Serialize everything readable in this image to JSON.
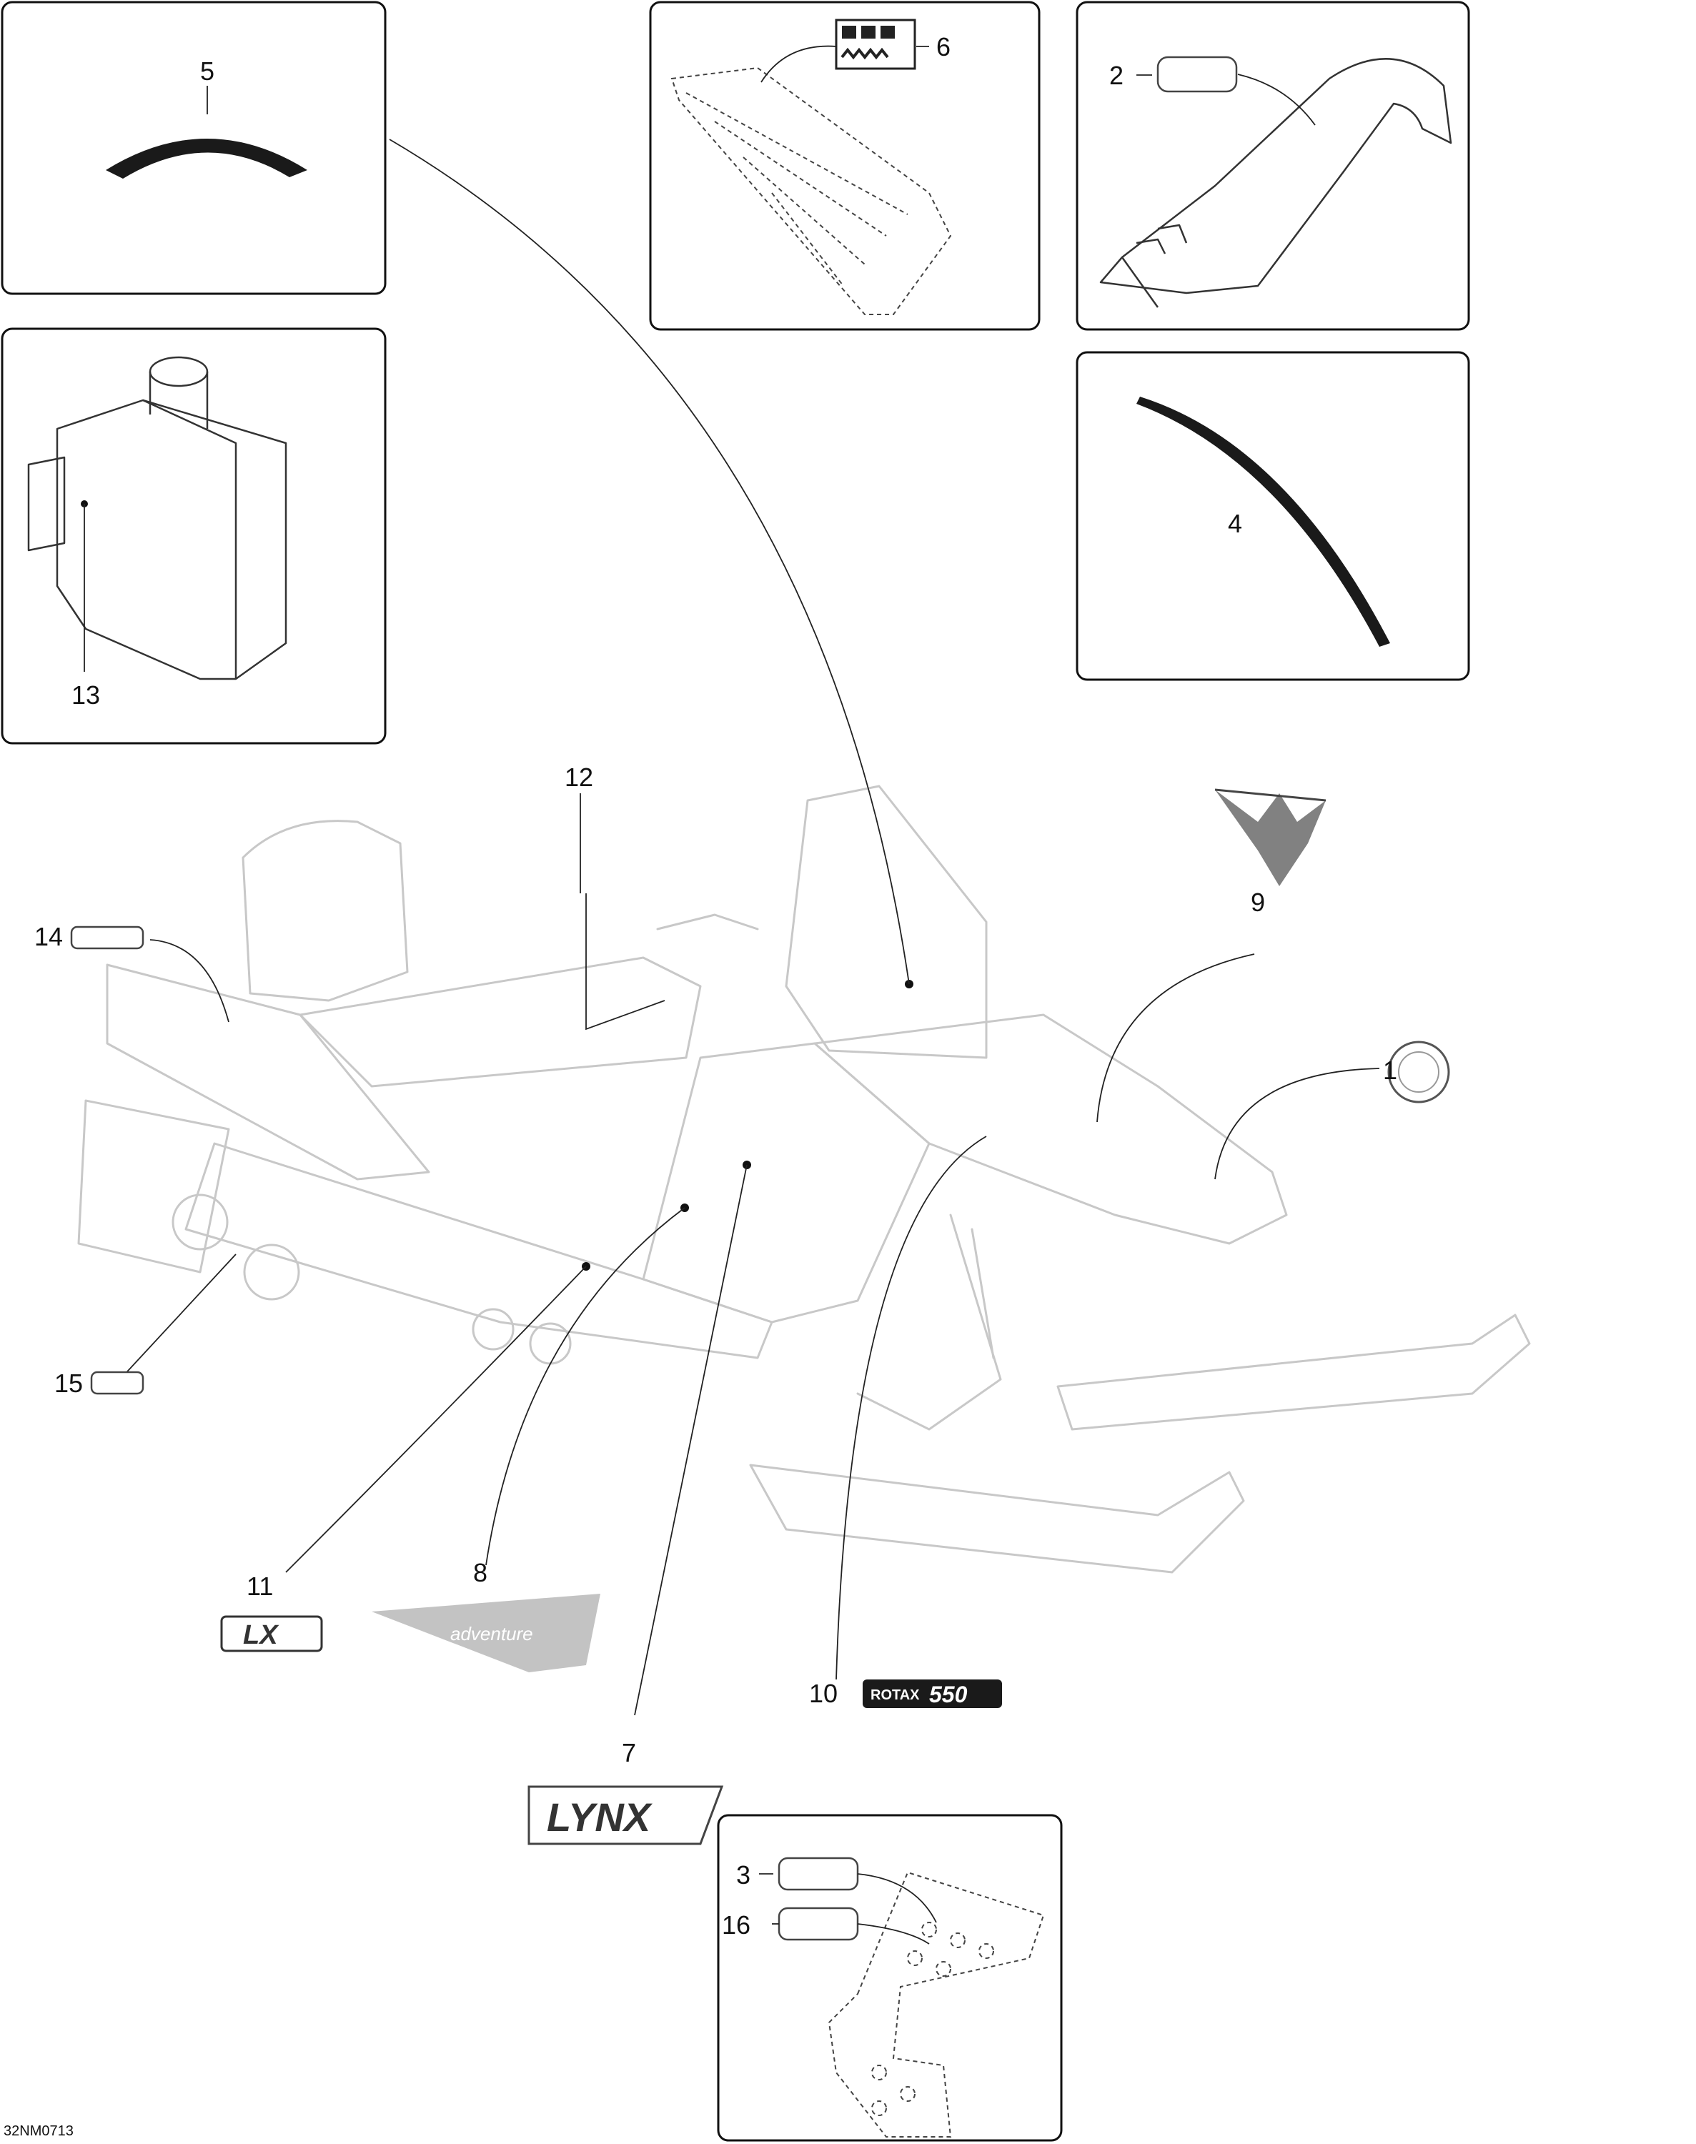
{
  "diagram": {
    "title": "Decals parts diagram",
    "reference_code": "32NM0713",
    "callouts": [
      {
        "id": "c1",
        "label": "1"
      },
      {
        "id": "c2",
        "label": "2"
      },
      {
        "id": "c3",
        "label": "3"
      },
      {
        "id": "c4",
        "label": "4"
      },
      {
        "id": "c5",
        "label": "5"
      },
      {
        "id": "c6",
        "label": "6"
      },
      {
        "id": "c7",
        "label": "7"
      },
      {
        "id": "c8",
        "label": "8"
      },
      {
        "id": "c9",
        "label": "9"
      },
      {
        "id": "c10",
        "label": "10"
      },
      {
        "id": "c11",
        "label": "11"
      },
      {
        "id": "c12",
        "label": "12"
      },
      {
        "id": "c13",
        "label": "13"
      },
      {
        "id": "c14",
        "label": "14"
      },
      {
        "id": "c15",
        "label": "15"
      },
      {
        "id": "c16",
        "label": "16"
      }
    ],
    "decals": {
      "lx_text": "LX",
      "adventure_text": "adventure",
      "rotax_text": "ROTAX",
      "rotax_number": "550",
      "lynx_text": "LYNX"
    },
    "colors": {
      "line": "#111111",
      "ghost": "#c8c8c8",
      "decal": "#1a1a1a"
    }
  }
}
